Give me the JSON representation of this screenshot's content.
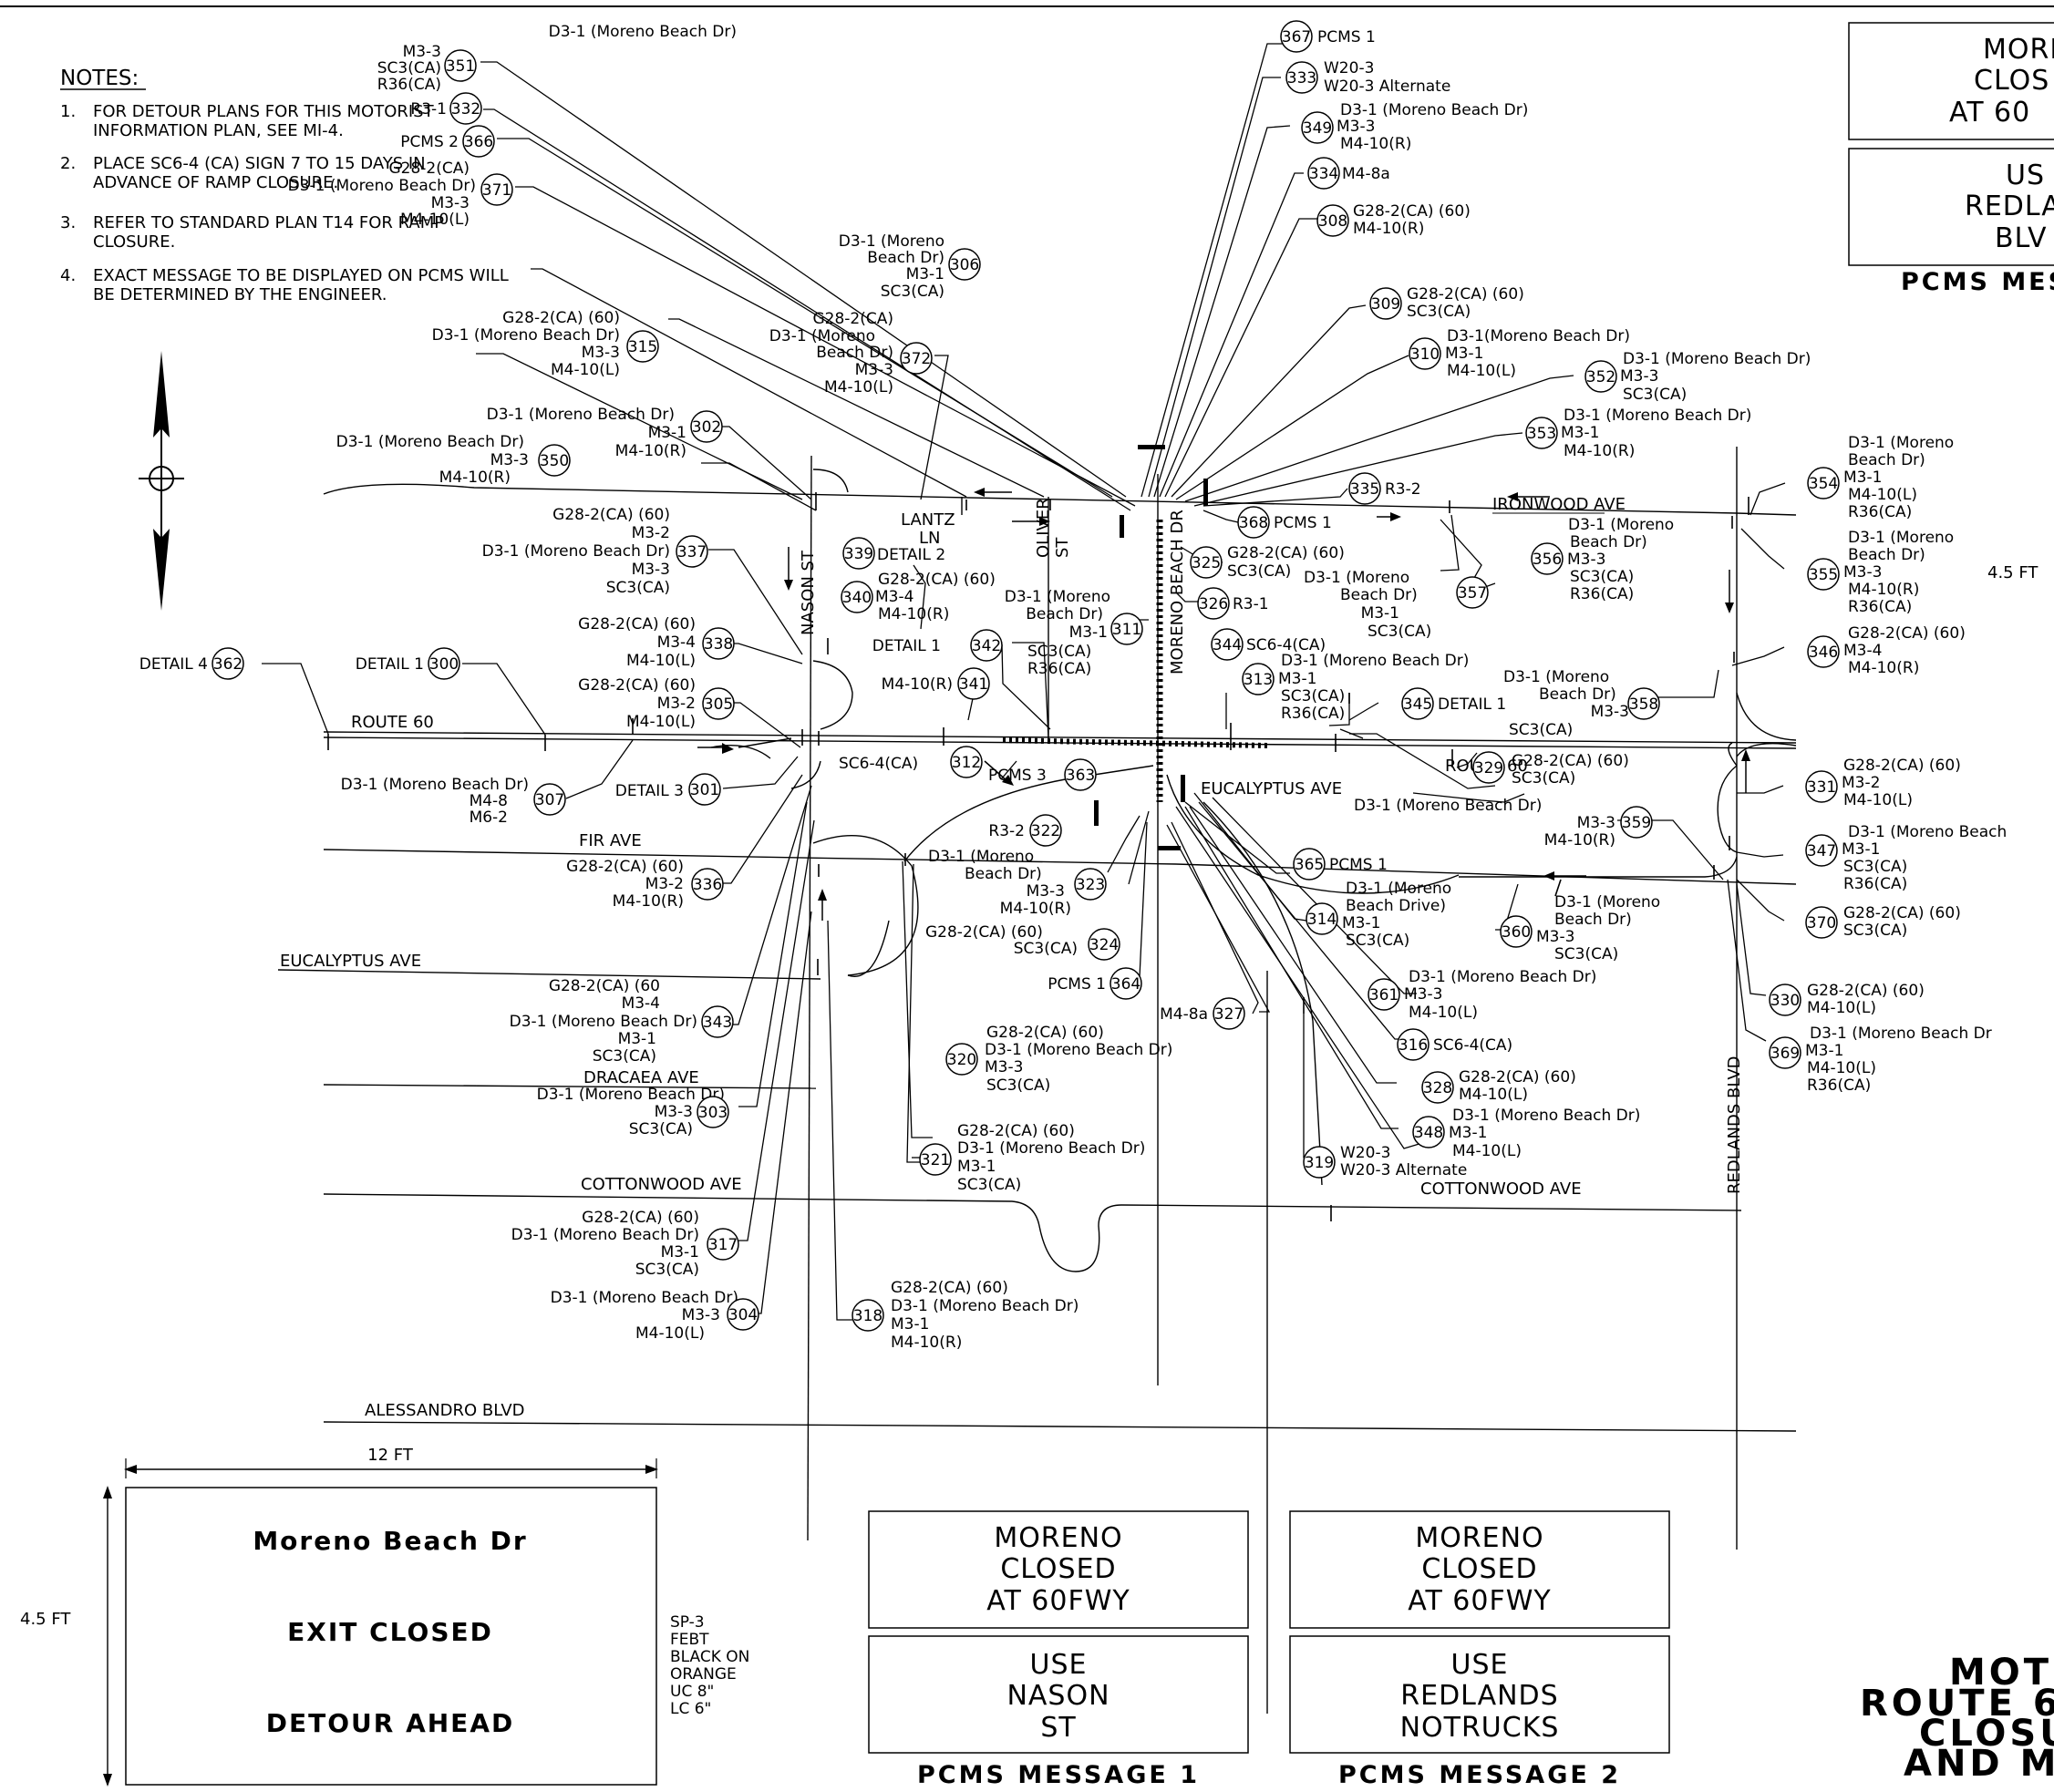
{
  "notes": {
    "heading": "NOTES:",
    "items": [
      {
        "num": "1.",
        "lines": [
          "FOR DETOUR PLANS FOR THIS MOTORIST",
          "INFORMATION PLAN, SEE MI-4."
        ]
      },
      {
        "num": "2.",
        "lines": [
          "PLACE SC6-4 (CA) SIGN 7 TO 15 DAYS IN",
          "ADVANCE OF RAMP CLOSURE."
        ]
      },
      {
        "num": "3.",
        "lines": [
          "REFER TO STANDARD PLAN T14 FOR RAMP",
          "CLOSURE."
        ]
      },
      {
        "num": "4.",
        "lines": [
          "EXACT MESSAGE TO BE DISPLAYED ON PCMS WILL",
          "BE DETERMINED BY THE ENGINEER."
        ]
      }
    ]
  },
  "roads": {
    "route60": "ROUTE 60",
    "route60_b": "ROUTE 60",
    "fir": "FIR AVE",
    "eucalyptus": "EUCALYPTUS AVE",
    "eucalyptus_b": "EUCALYPTUS AVE",
    "dracaea": "DRACAEA AVE",
    "cottonwood": "COTTONWOOD AVE",
    "cottonwood_b": "COTTONWOOD AVE",
    "alessandro": "ALESSANDRO BLVD",
    "ironwood": "IRONWOOD AVE",
    "lantz": [
      "LANTZ",
      "LN"
    ],
    "nason": "NASON ST",
    "oliver": [
      "OLIVER",
      "ST"
    ],
    "moreno_beach": "MORENO BEACH DR",
    "redlands": "REDLANDS BLVD"
  },
  "callouts": [
    {
      "id": "351",
      "lines": [
        "D3-1 (Moreno Beach Dr)",
        "M3-3",
        "SC3(CA)",
        "R36(CA)"
      ]
    },
    {
      "id": "332",
      "lines": [
        "R3-1"
      ]
    },
    {
      "id": "366",
      "lines": [
        "PCMS 2"
      ]
    },
    {
      "id": "371",
      "lines": [
        "G28-2(CA)",
        "D3-1 (Moreno Beach Dr)",
        "M3-3",
        "M4-10(L)"
      ]
    },
    {
      "id": "306",
      "lines": [
        "D3-1 (Moreno",
        "Beach Dr)",
        "M3-1",
        "SC3(CA)"
      ]
    },
    {
      "id": "315",
      "lines": [
        "G28-2(CA) (60)",
        "D3-1 (Moreno Beach Dr)",
        "M3-3",
        "M4-10(L)"
      ]
    },
    {
      "id": "372",
      "lines": [
        "G28-2(CA)",
        "D3-1 (Moreno",
        "Beach Dr)",
        "M3-3",
        "M4-10(L)"
      ]
    },
    {
      "id": "302",
      "lines": [
        "D3-1 (Moreno Beach Dr)",
        "M3-1",
        "M4-10(R)"
      ]
    },
    {
      "id": "350",
      "lines": [
        "D3-1 (Moreno Beach Dr)",
        "M3-3",
        "M4-10(R)"
      ]
    },
    {
      "id": "337",
      "lines": [
        "G28-2(CA) (60)",
        "M3-2",
        "D3-1 (Moreno Beach Dr)",
        "M3-3",
        "SC3(CA)"
      ]
    },
    {
      "id": "338",
      "lines": [
        "G28-2(CA) (60)",
        "M3-4",
        "M4-10(L)"
      ]
    },
    {
      "id": "305",
      "lines": [
        "G28-2(CA) (60)",
        "M3-2",
        "M4-10(L)"
      ]
    },
    {
      "id": "362",
      "lines": [
        "DETAIL 4"
      ]
    },
    {
      "id": "300",
      "lines": [
        "DETAIL 1"
      ]
    },
    {
      "id": "307",
      "lines": [
        "D3-1 (Moreno Beach Dr)",
        "M4-8",
        "M6-2"
      ]
    },
    {
      "id": "301",
      "lines": [
        "DETAIL 3"
      ]
    },
    {
      "id": "336",
      "lines": [
        "G28-2(CA) (60)",
        "M3-2",
        "M4-10(R)"
      ]
    },
    {
      "id": "343",
      "lines": [
        "G28-2(CA) (60",
        "M3-4",
        "D3-1 (Moreno Beach Dr)",
        "M3-1",
        "SC3(CA)"
      ]
    },
    {
      "id": "303",
      "lines": [
        "D3-1 (Moreno Beach Dr)",
        "M3-3",
        "SC3(CA)"
      ]
    },
    {
      "id": "317",
      "lines": [
        "G28-2(CA) (60)",
        "D3-1 (Moreno Beach Dr)",
        "M3-1",
        "SC3(CA)"
      ]
    },
    {
      "id": "304",
      "lines": [
        "D3-1 (Moreno Beach Dr)",
        "M3-3",
        "M4-10(L)"
      ]
    },
    {
      "id": "339",
      "lines": [
        "DETAIL 2"
      ]
    },
    {
      "id": "340",
      "lines": [
        "G28-2(CA) (60)",
        "M3-4",
        "M4-10(R)"
      ]
    },
    {
      "id": "311",
      "lines": [
        "D3-1 (Moreno",
        "Beach Dr)",
        "M3-1"
      ]
    },
    {
      "id": "342",
      "lines": [
        "DETAIL 1",
        "SC3(CA)",
        "R36(CA)"
      ]
    },
    {
      "id": "341",
      "lines": [
        "M4-10(R)"
      ]
    },
    {
      "id": "312",
      "lines": [
        "SC6-4(CA)"
      ]
    },
    {
      "id": "363",
      "lines": [
        "PCMS 3"
      ]
    },
    {
      "id": "322",
      "lines": [
        "R3-2"
      ]
    },
    {
      "id": "323",
      "lines": [
        "D3-1 (Moreno",
        "Beach Dr)",
        "M3-3",
        "M4-10(R)"
      ]
    },
    {
      "id": "324",
      "lines": [
        "G28-2(CA) (60)",
        "SC3(CA)"
      ]
    },
    {
      "id": "364",
      "lines": [
        "PCMS 1"
      ]
    },
    {
      "id": "327",
      "lines": [
        "M4-8a"
      ]
    },
    {
      "id": "320",
      "lines": [
        "G28-2(CA) (60)",
        "D3-1 (Moreno Beach Dr)",
        "M3-3",
        "SC3(CA)"
      ]
    },
    {
      "id": "321",
      "lines": [
        "G28-2(CA) (60)",
        "D3-1 (Moreno Beach Dr)",
        "M3-1",
        "SC3(CA)"
      ]
    },
    {
      "id": "318",
      "lines": [
        "G28-2(CA) (60)",
        "D3-1 (Moreno Beach Dr)",
        "M3-1",
        "M4-10(R)"
      ]
    },
    {
      "id": "367",
      "lines": [
        "PCMS 1"
      ]
    },
    {
      "id": "333",
      "lines": [
        "W20-3",
        "W20-3 Alternate"
      ]
    },
    {
      "id": "349",
      "lines": [
        "D3-1 (Moreno Beach Dr)",
        "M3-3",
        "M4-10(R)"
      ]
    },
    {
      "id": "334",
      "lines": [
        "M4-8a"
      ]
    },
    {
      "id": "308",
      "lines": [
        "G28-2(CA) (60)",
        "M4-10(R)"
      ]
    },
    {
      "id": "309",
      "lines": [
        "G28-2(CA) (60)",
        "SC3(CA)"
      ]
    },
    {
      "id": "310",
      "lines": [
        "D3-1(Moreno Beach Dr)",
        "M3-1",
        "M4-10(L)"
      ]
    },
    {
      "id": "352",
      "lines": [
        "D3-1 (Moreno Beach Dr)",
        "M3-3",
        "SC3(CA)"
      ]
    },
    {
      "id": "353",
      "lines": [
        "D3-1 (Moreno Beach Dr)",
        "M3-1",
        "M4-10(R)"
      ]
    },
    {
      "id": "335",
      "lines": [
        "R3-2"
      ]
    },
    {
      "id": "368",
      "lines": [
        "PCMS 1"
      ]
    },
    {
      "id": "325",
      "lines": [
        "G28-2(CA) (60)",
        "SC3(CA)"
      ]
    },
    {
      "id": "326",
      "lines": [
        "R3-1"
      ]
    },
    {
      "id": "357",
      "lines": [
        "D3-1 (Moreno",
        "Beach Dr)",
        "M3-1",
        "SC3(CA)"
      ]
    },
    {
      "id": "356",
      "lines": [
        "D3-1 (Moreno",
        "Beach Dr)",
        "M3-3",
        "SC3(CA)",
        "R36(CA)"
      ]
    },
    {
      "id": "344",
      "lines": [
        "SC6-4(CA)"
      ]
    },
    {
      "id": "313",
      "lines": [
        "D3-1 (Moreno Beach Dr)",
        "M3-1",
        "SC3(CA)",
        "R36(CA)"
      ]
    },
    {
      "id": "345",
      "lines": [
        "DETAIL 1"
      ]
    },
    {
      "id": "358",
      "lines": [
        "D3-1 (Moreno",
        "Beach Dr)",
        "M3-3",
        "SC3(CA)"
      ]
    },
    {
      "id": "329",
      "lines": [
        "G28-2(CA) (60)",
        "SC3(CA)"
      ]
    },
    {
      "id": "359",
      "lines": [
        "D3-1 (Moreno Beach Dr)",
        "M3-3",
        "M4-10(R)"
      ]
    },
    {
      "id": "365",
      "lines": [
        "PCMS 1"
      ]
    },
    {
      "id": "314",
      "lines": [
        "D3-1 (Moreno",
        "Beach Drive)",
        "M3-1",
        "SC3(CA)"
      ]
    },
    {
      "id": "360",
      "lines": [
        "D3-1 (Moreno",
        "Beach Dr)",
        "M3-3",
        "SC3(CA)"
      ]
    },
    {
      "id": "361",
      "lines": [
        "D3-1 (Moreno Beach Dr)",
        "M3-3",
        "M4-10(L)"
      ]
    },
    {
      "id": "316",
      "lines": [
        "SC6-4(CA)"
      ]
    },
    {
      "id": "328",
      "lines": [
        "G28-2(CA) (60)",
        "M4-10(L)"
      ]
    },
    {
      "id": "348",
      "lines": [
        "D3-1 (Moreno Beach Dr)",
        "M3-1",
        "M4-10(L)"
      ]
    },
    {
      "id": "319",
      "lines": [
        "W20-3",
        "W20-3 Alternate"
      ]
    },
    {
      "id": "354",
      "lines": [
        "D3-1 (Moreno",
        "Beach Dr)",
        "M3-1",
        "M4-10(L)",
        "R36(CA)"
      ]
    },
    {
      "id": "355",
      "lines": [
        "D3-1 (Moreno",
        "Beach Dr)",
        "M3-3",
        "M4-10(R)",
        "R36(CA)"
      ]
    },
    {
      "id": "346",
      "lines": [
        "G28-2(CA) (60)",
        "M3-4",
        "M4-10(R)"
      ]
    },
    {
      "id": "331",
      "lines": [
        "G28-2(CA) (60)",
        "M3-2",
        "M4-10(L)"
      ]
    },
    {
      "id": "347",
      "lines": [
        "D3-1 (Moreno Beach",
        "M3-1",
        "SC3(CA)",
        "R36(CA)"
      ]
    },
    {
      "id": "370",
      "lines": [
        "G28-2(CA) (60)",
        "SC3(CA)"
      ]
    },
    {
      "id": "330",
      "lines": [
        "G28-2(CA) (60)",
        "M4-10(L)"
      ]
    },
    {
      "id": "369",
      "lines": [
        "D3-1 (Moreno Beach Dr",
        "M3-1",
        "M4-10(L)",
        "R36(CA)"
      ]
    }
  ],
  "detour_sign": {
    "width_label": "12 FT",
    "height_label": "4.5 FT",
    "lines": [
      "Moreno Beach Dr",
      "EXIT CLOSED",
      "DETOUR AHEAD"
    ],
    "spec": [
      "SP-3",
      "FEBT",
      "BLACK ON",
      "ORANGE",
      "UC 8\"",
      "LC 6\""
    ]
  },
  "pcms_messages": [
    {
      "caption": "PCMS MESSAGE 1",
      "frame1": [
        "MORENO",
        "CLOSED",
        "AT 60FWY"
      ],
      "frame2": [
        "USE",
        "NASON",
        "ST"
      ]
    },
    {
      "caption": "PCMS MESSAGE 2",
      "frame1": [
        "MORENO",
        "CLOSED",
        "AT 60FWY"
      ],
      "frame2": [
        "USE",
        "REDLANDS",
        "NOTRUCKS"
      ]
    }
  ],
  "pcms_partial": {
    "caption": "PCMS MES",
    "frame1": [
      "MORE",
      "CLOS",
      "AT 60"
    ],
    "frame2": [
      "US",
      "REDLA",
      "BLV"
    ],
    "height_label": "4.5 FT"
  },
  "title_block": {
    "lines": [
      "MOTO",
      "ROUTE 6",
      "CLOSU",
      "AND M"
    ]
  }
}
